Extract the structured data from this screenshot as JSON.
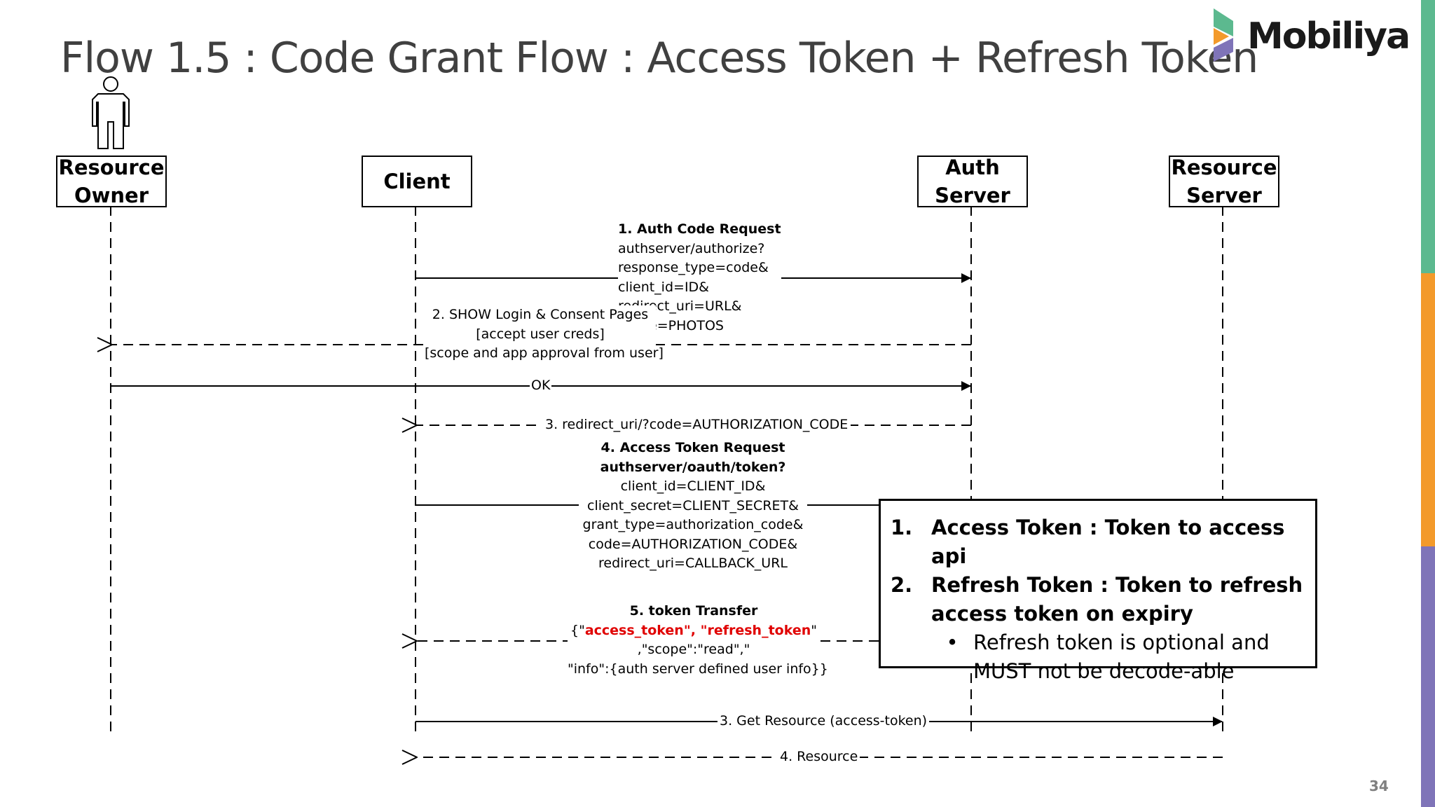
{
  "slide": {
    "title": "Flow 1.5 : Code Grant Flow : Access Token + Refresh Token",
    "logo_text": "Mobiliya",
    "page_number": "34",
    "brand_colors": [
      "#5cb98f",
      "#f39a2b",
      "#7f74b8"
    ]
  },
  "actors": {
    "resource_owner": "Resource\nOwner",
    "client": "Client",
    "auth_server": "Auth\nServer",
    "resource_server": "Resource\nServer",
    "person_icon": "person-icon"
  },
  "messages": {
    "m1_title": "1. Auth Code Request",
    "m1_lines": [
      "authserver/authorize?",
      "response_type=code&",
      "client_id=ID&",
      "redirect_uri=URL&",
      "scope=PHOTOS"
    ],
    "m2_title": "2. SHOW Login & Consent Pages",
    "m2_lines": [
      "[accept user creds]",
      "[scope and app approval from user]"
    ],
    "ok": "OK",
    "m3": "3. redirect_uri/?code=AUTHORIZATION_CODE",
    "m4_title_1": "4. Access Token Request",
    "m4_title_2": "authserver/oauth/token?",
    "m4_lines": [
      "client_id=CLIENT_ID&",
      "client_secret=CLIENT_SECRET&",
      "grant_type=authorization_code&",
      "code=AUTHORIZATION_CODE&",
      "redirect_uri=CALLBACK_URL"
    ],
    "m5_title": "5. token Transfer",
    "m5_brace_open": "{\"",
    "m5_red": "access_token\", \"refresh_token",
    "m5_quote_close": "\"",
    "m5_line2": ",\"scope\":\"read\",\"",
    "m5_line3": "\"info\":{auth server defined user info}}",
    "get_resource": "3. Get Resource (access-token)",
    "resource": "4. Resource"
  },
  "note": {
    "item1_num": "1.",
    "item1": "Access Token : Token to access api",
    "item2_num": "2.",
    "item2_line1": "Refresh Token : Token to refresh",
    "item2_line2": "access token on expiry",
    "bullet": "•",
    "bullet_line1": "Refresh token is optional and",
    "bullet_line2": "MUST not be decode-able"
  }
}
